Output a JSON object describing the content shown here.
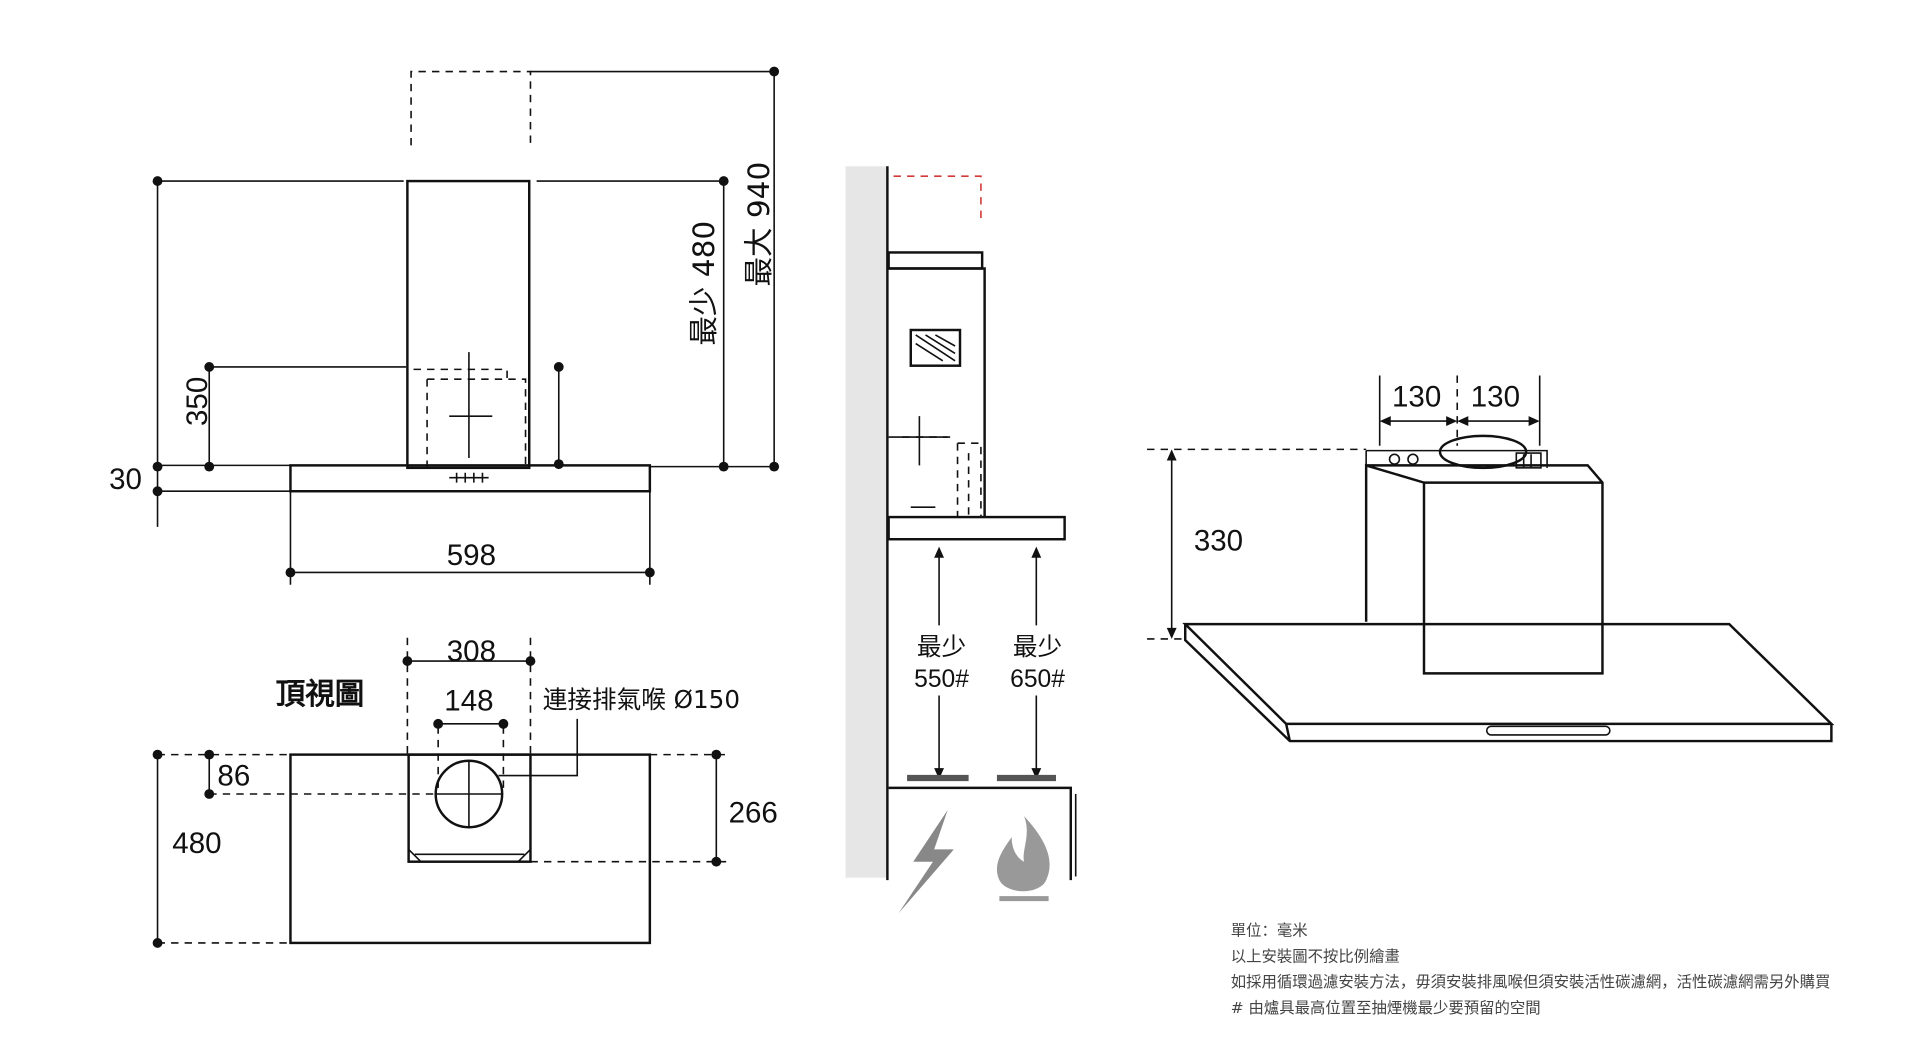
{
  "front_view": {
    "dim_min": "最少 480",
    "dim_max": "最大 940",
    "dim_350": "350",
    "dim_30": "30",
    "dim_width": "598"
  },
  "top_view": {
    "title": "頂視圖",
    "dim_308": "308",
    "dim_148": "148",
    "duct_label": "連接排氣喉 Ø150",
    "dim_86": "86",
    "dim_480": "480",
    "dim_266": "266"
  },
  "side_view": {
    "min_label_1": "最少",
    "min_value_1": "550#",
    "min_label_2": "最少",
    "min_value_2": "650#"
  },
  "perspective_view": {
    "dim_height": "330",
    "dim_left": "130",
    "dim_right": "130"
  },
  "notes": [
    "單位：毫米",
    "以上安裝圖不按比例繪畫",
    "如採用循環過濾安裝方法，毋須安裝排風喉但須安裝活性碳濾網，活性碳濾網需另外購買",
    "# 由爐具最高位置至抽煙機最少要預留的空間"
  ],
  "colors": {
    "line": "#111111",
    "wall": "#e6e6e6",
    "chimney_extension": "#d23a3a"
  }
}
